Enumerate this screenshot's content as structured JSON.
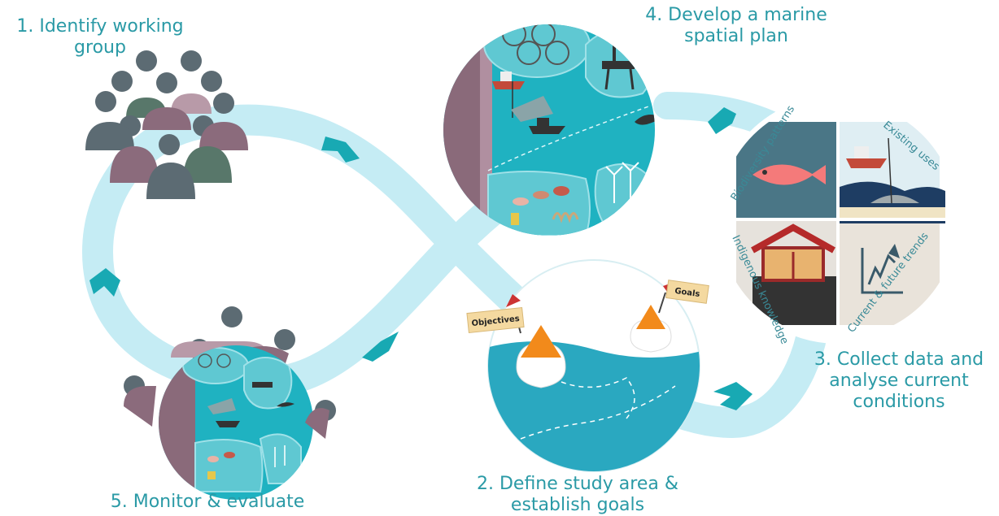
{
  "steps": {
    "step1": "1. Identify working\ngroup",
    "step2": "2. Define study area &\nestablish goals",
    "step3": "3. Collect data and\nanalyse current\nconditions",
    "step4": "4. Develop a marine\nspatial plan",
    "step5": "5. Monitor & evaluate"
  },
  "quadrants": {
    "biodiversity": "Biodiversity patterns",
    "existing_uses": "Existing uses",
    "indigenous": "Indigenous knowledge",
    "trends": "Current & future trends"
  },
  "flags": {
    "objectives": "Objectives",
    "goals": "Goals"
  },
  "colors": {
    "loop": "#c5ecf4",
    "arrow": "#18a9b3",
    "ocean": "#1fb2c1",
    "label_text": "#2a9aa6",
    "people": [
      "#5c6b73",
      "#58776a",
      "#8b6b7c",
      "#b89aa8"
    ],
    "buoy": "#f28a1b"
  },
  "icons": [
    "people-group-icon",
    "fishing-boat-icon",
    "oil-rig-icon",
    "whale-icon",
    "wind-turbine-icon",
    "fish-icon",
    "coral-icon",
    "buoy-icon",
    "marae-house-icon",
    "trend-chart-icon",
    "chevron-arrow-icon"
  ]
}
